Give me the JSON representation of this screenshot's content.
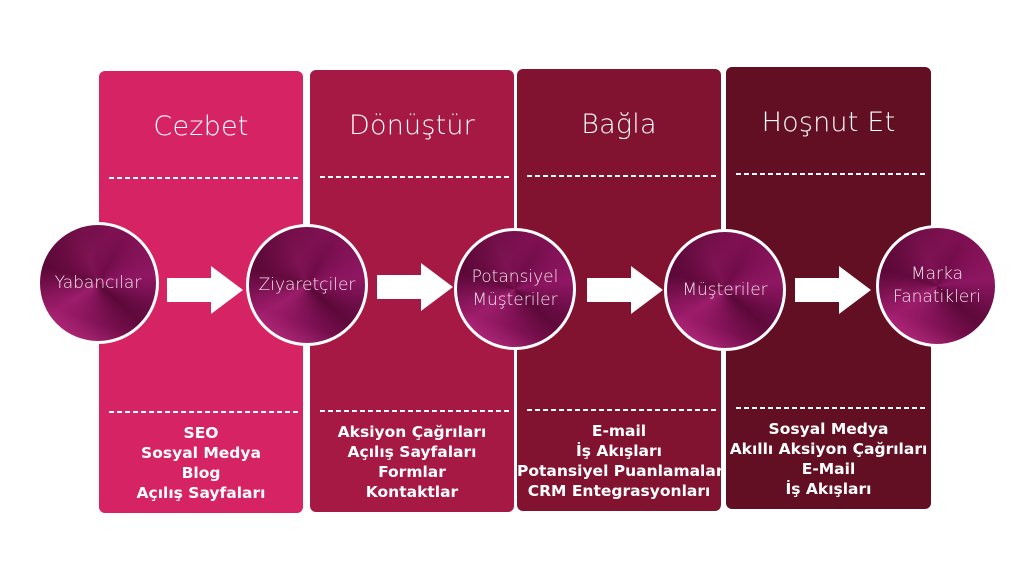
{
  "stages": [
    {
      "title": "Cezbet",
      "color": "#D62363",
      "items": [
        "SEO",
        "Sosyal Medya",
        "Blog",
        "Açılış Sayfaları"
      ]
    },
    {
      "title": "Dönüştür",
      "color": "#A51944",
      "items": [
        "Aksiyon Çağrıları",
        "Açılış Sayfaları",
        "Formlar",
        "Kontaktlar"
      ]
    },
    {
      "title": "Bağla",
      "color": "#811331",
      "items": [
        "E-mail",
        "İş Akışları",
        "Potansiyel Puanlamaları",
        "CRM Entegrasyonları"
      ]
    },
    {
      "title": "Hoşnut Et",
      "color": "#620F24",
      "items": [
        "Sosyal Medya",
        "Akıllı Aksiyon Çağrıları",
        "E-Mail",
        "İş Akışları"
      ]
    }
  ],
  "nodes": [
    {
      "lines": [
        "Yabancılar"
      ]
    },
    {
      "lines": [
        "Ziyaretçiler"
      ]
    },
    {
      "lines": [
        "Potansiyel",
        "Müşteriler"
      ]
    },
    {
      "lines": [
        "Müşteriler"
      ]
    },
    {
      "lines": [
        "Marka",
        "Fanatikleri"
      ]
    }
  ],
  "arrow_icon": "right-arrow-icon"
}
